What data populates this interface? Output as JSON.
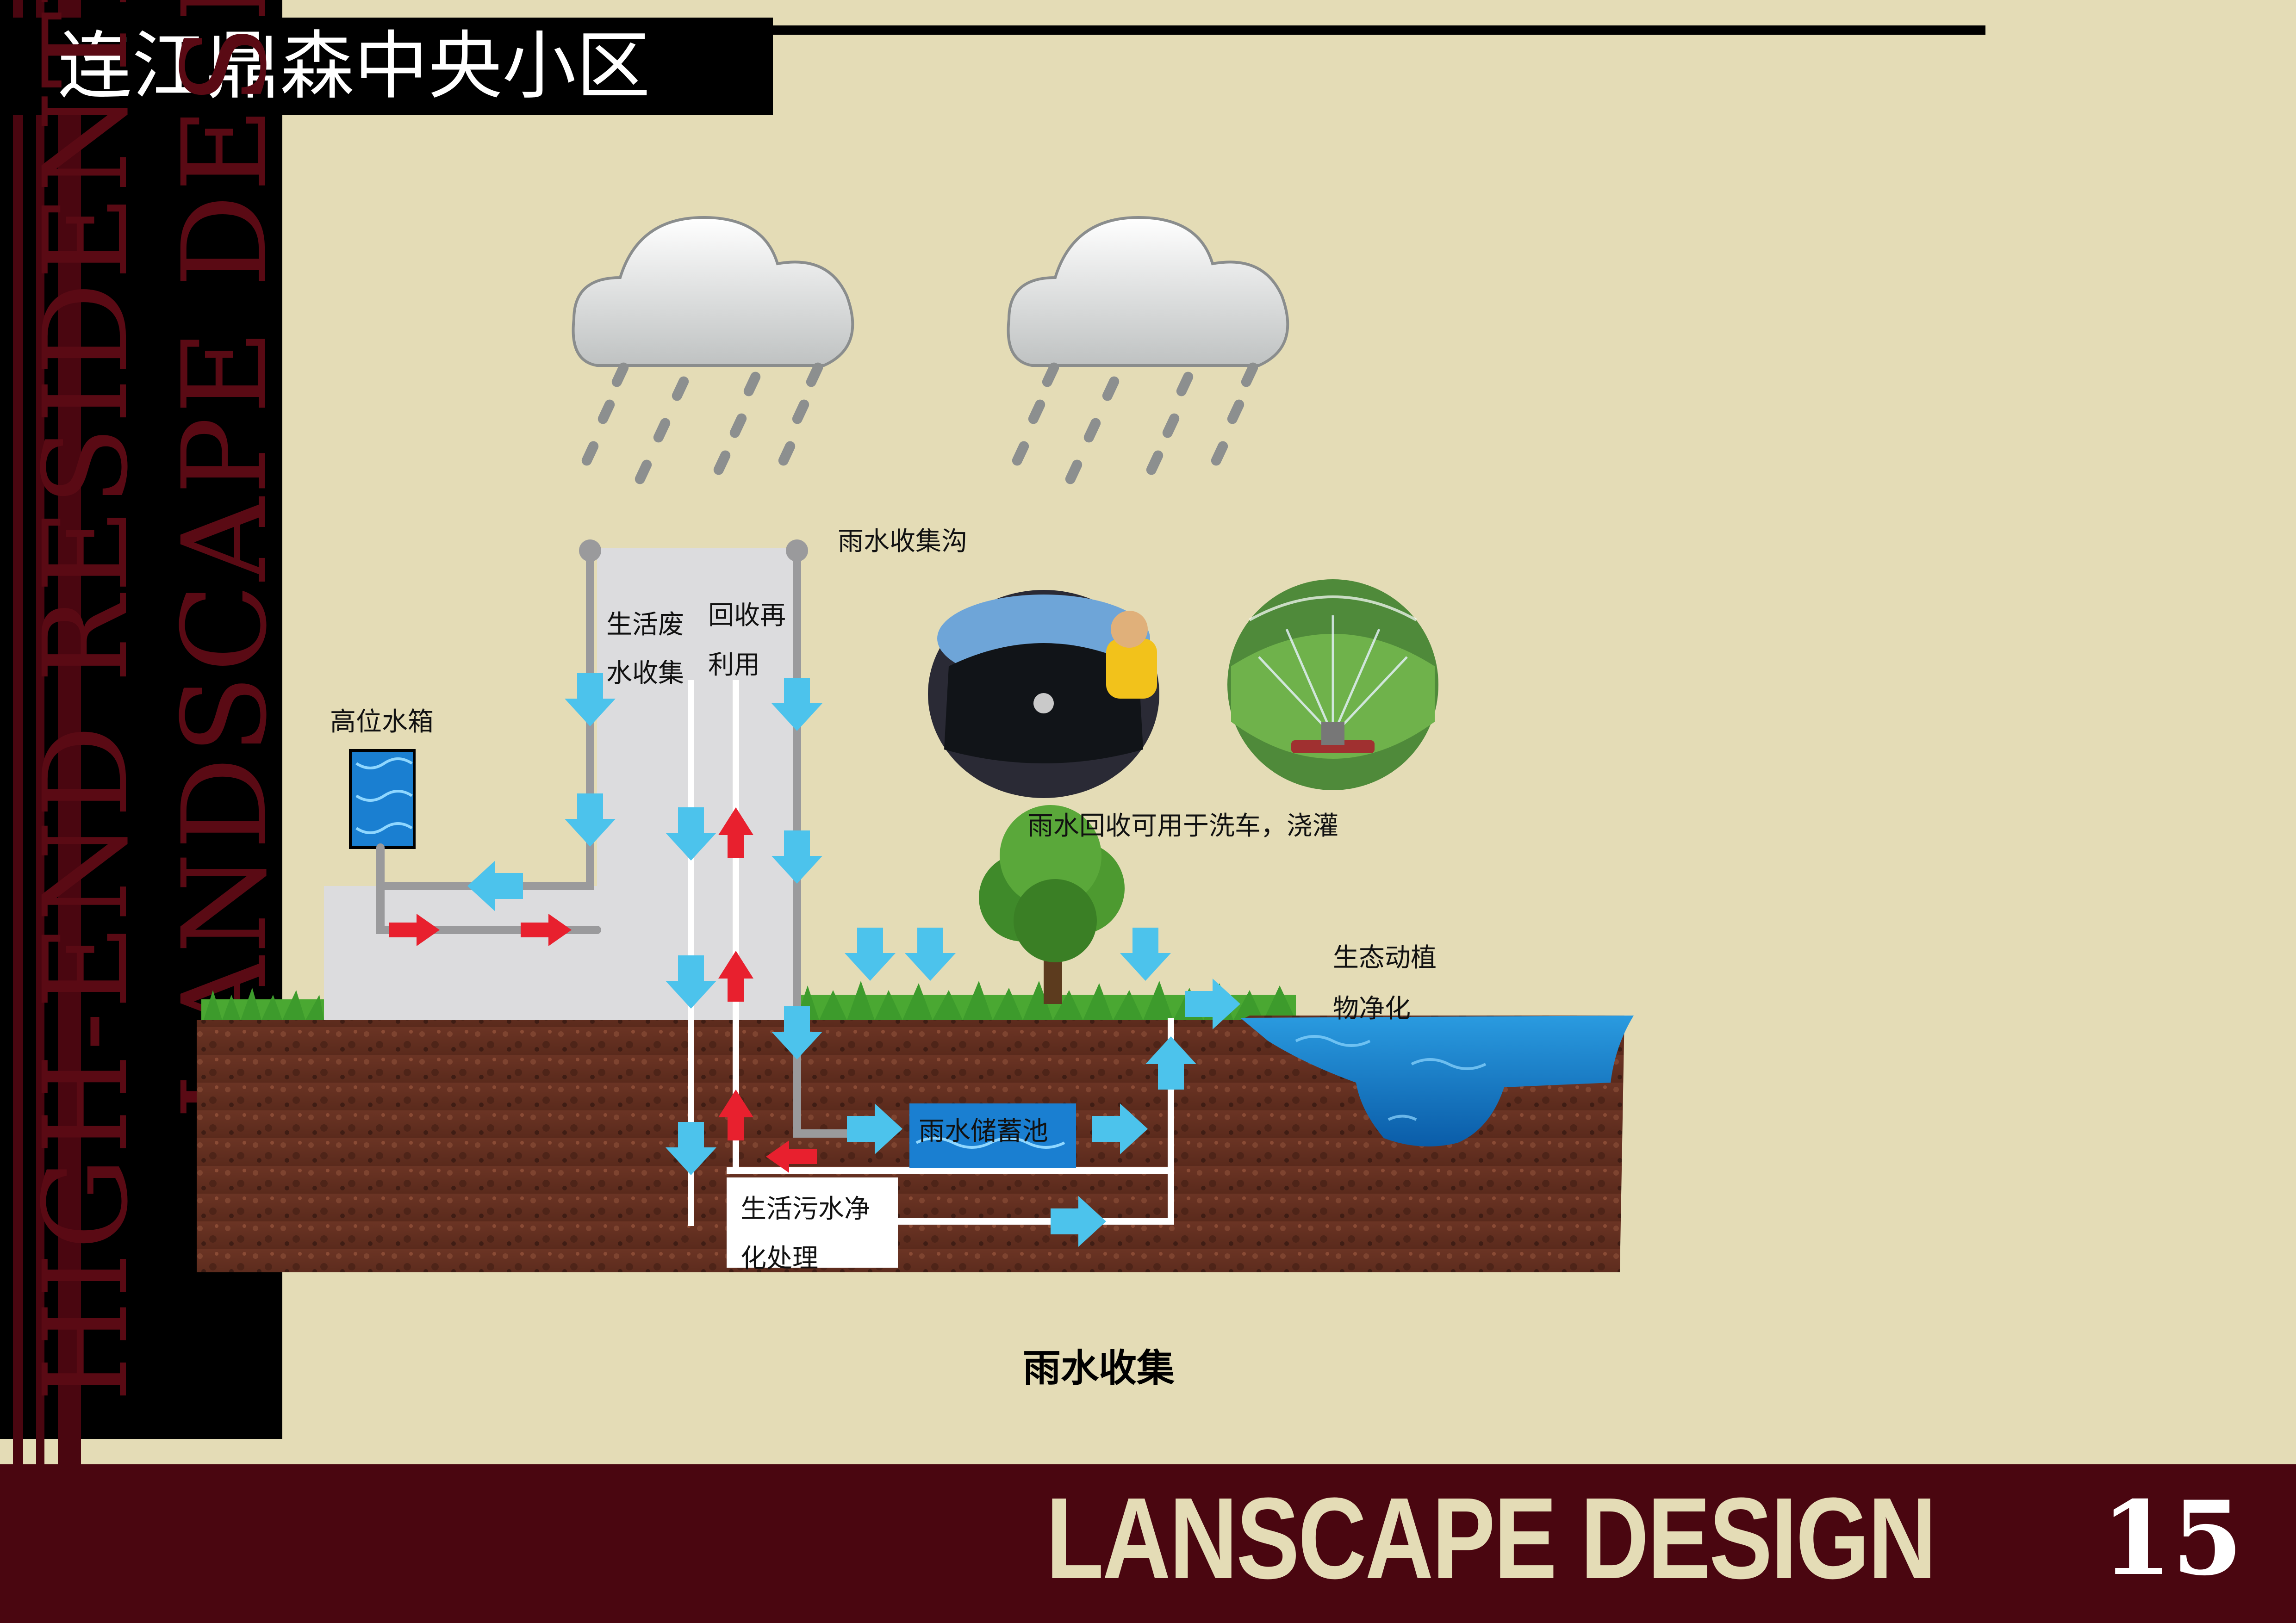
{
  "header": {
    "project_title": "连江鼎森中央小区"
  },
  "side_panel": {
    "line1": "HIGH-END RESIDENTIAL",
    "line2": "LANDSCAPE DESIGN"
  },
  "footer": {
    "title": "LANSCAPE DESIGN",
    "page_number": "15"
  },
  "diagram": {
    "labels": {
      "gutter": "雨水收集沟",
      "domestic_waste_line1": "生活废",
      "domestic_waste_line2": "水收集",
      "reuse_line1": "回收再",
      "reuse_line2": "利用",
      "tank": "高位水箱",
      "reuse_uses": "雨水回收可用于洗车，浇灌",
      "eco_line1": "生态动植",
      "eco_line2": "物净化",
      "reservoir": "雨水储蓄池",
      "sewage_line1": "生活污水净",
      "sewage_line2": "化处理"
    },
    "caption": "雨水收集"
  },
  "colors": {
    "maroon": "#4a0610",
    "background": "#e4dcb6",
    "flow_blue": "#4cc3ec",
    "flow_red": "#e8202e"
  }
}
